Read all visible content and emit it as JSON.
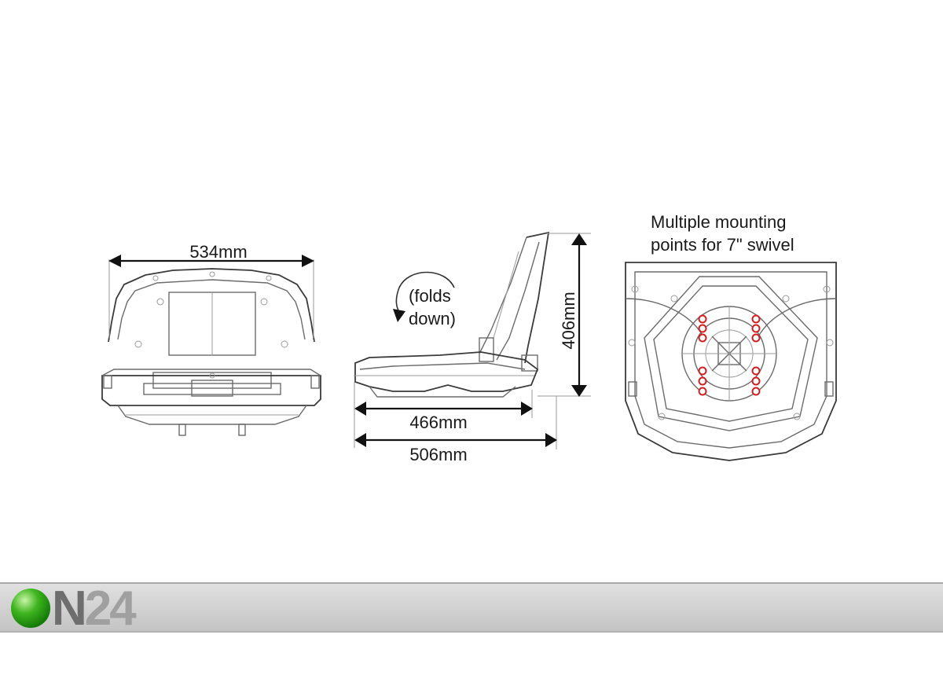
{
  "labels": {
    "width": "534mm",
    "height": "406mm",
    "depth_seat": "466mm",
    "depth_total": "506mm",
    "folds_line1": "(folds",
    "folds_line2": "down)",
    "mount_line1": "Multiple mounting",
    "mount_line2": "points for 7\" swivel"
  },
  "logo": {
    "letter": "N",
    "number": "24"
  },
  "colors": {
    "hole_marker": "#d11f1f",
    "logo_ball": "#3fb51f",
    "footer": "#cfcfcf"
  }
}
